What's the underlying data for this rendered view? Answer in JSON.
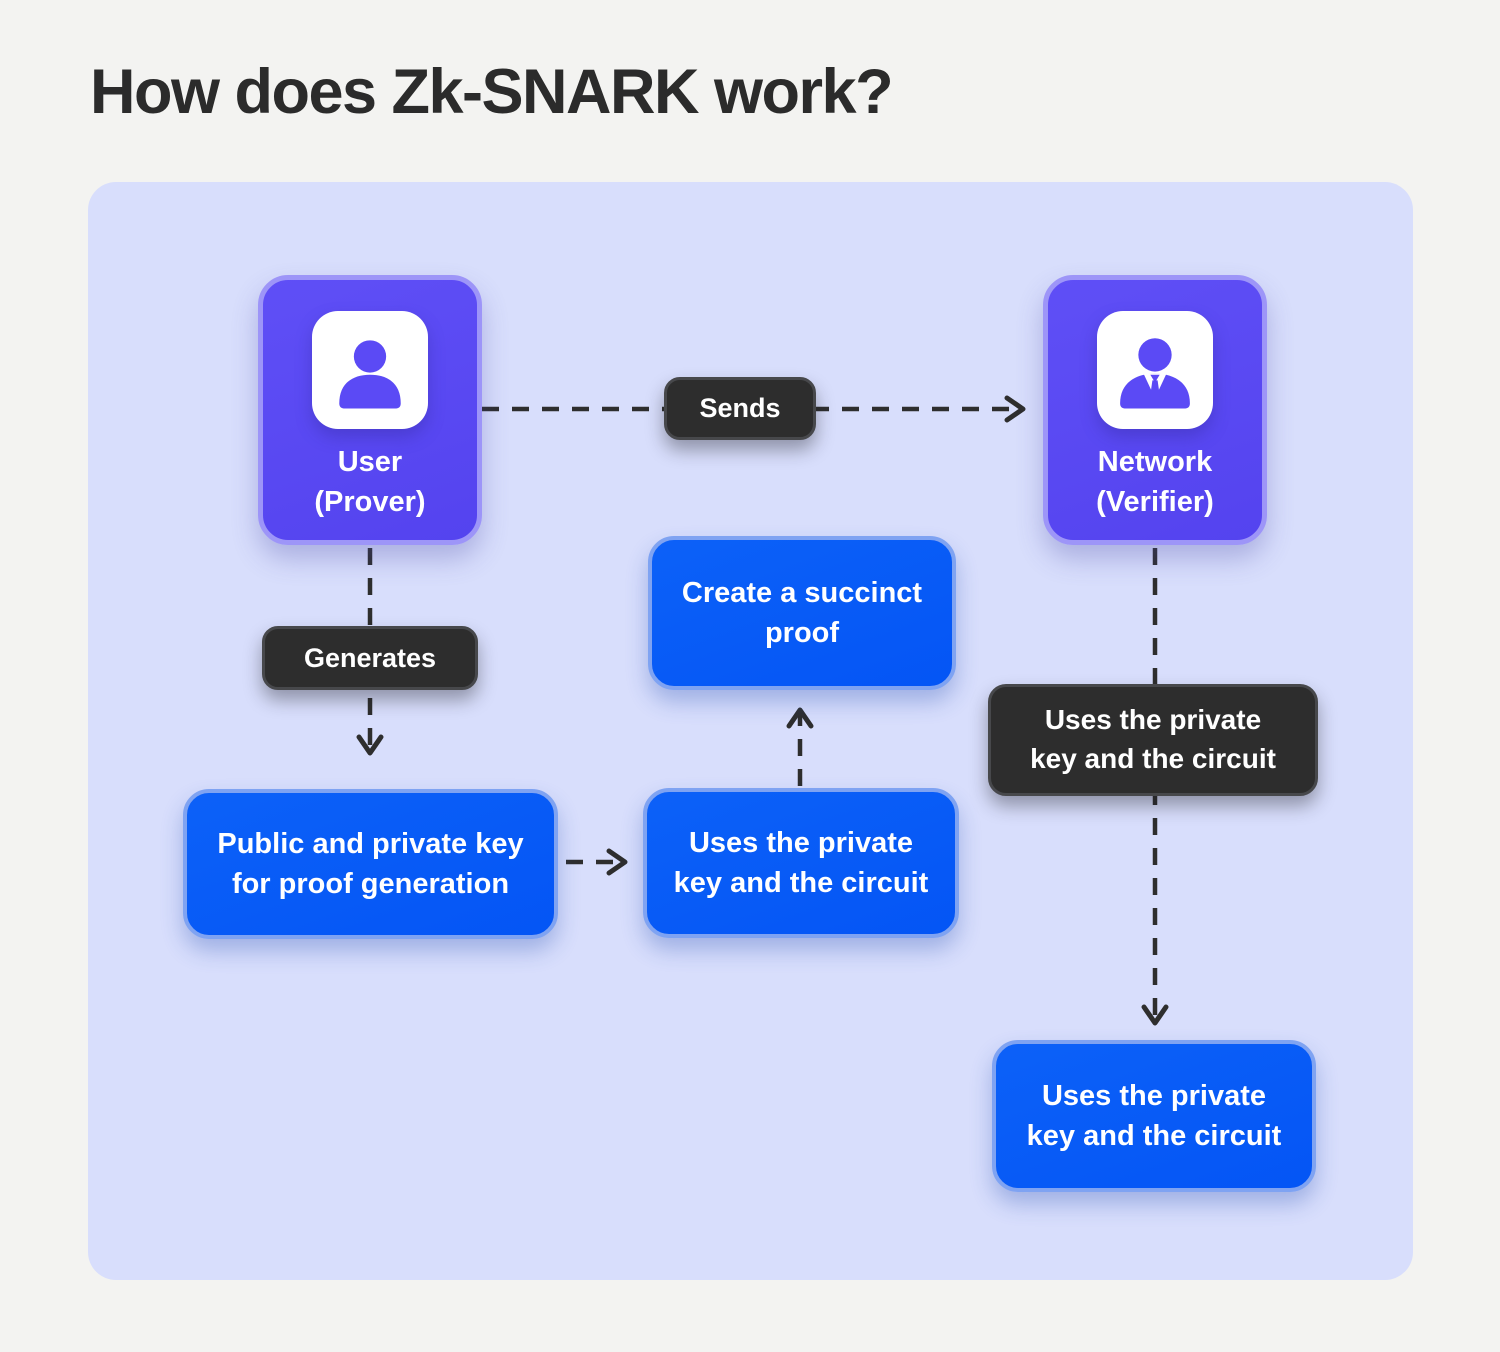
{
  "title": "How does Zk-SNARK work?",
  "colors": {
    "page_bg": "#f3f3f1",
    "panel_bg": "#d8defc",
    "node_purple": "#5847f2",
    "node_purple_border": "#9d95f8",
    "box_blue": "#055af7",
    "box_blue_border": "#7fa3f2",
    "label_dark": "#2d2d2d",
    "connector": "#2e2e2e",
    "text_light": "#ffffff"
  },
  "nodes": {
    "user": {
      "icon": "person-icon",
      "lines": [
        "User",
        "(Prover)"
      ]
    },
    "network": {
      "icon": "person-tie-icon",
      "lines": [
        "Network",
        "(Verifier)"
      ]
    }
  },
  "pills": {
    "sends": {
      "label": "Sends"
    },
    "generates": {
      "label": "Generates"
    },
    "uses_key_circuit": {
      "lines": [
        "Uses the private",
        "key and the circuit"
      ]
    }
  },
  "boxes": {
    "keygen": {
      "lines": [
        "Public and private key",
        "for proof generation"
      ]
    },
    "succinct_proof": {
      "lines": [
        "Create a succinct",
        "proof"
      ]
    },
    "uses_key_circuit_mid": {
      "lines": [
        "Uses the private",
        "key and the circuit"
      ]
    },
    "uses_key_circuit_bottom": {
      "lines": [
        "Uses the private",
        "key and the circuit"
      ]
    }
  }
}
